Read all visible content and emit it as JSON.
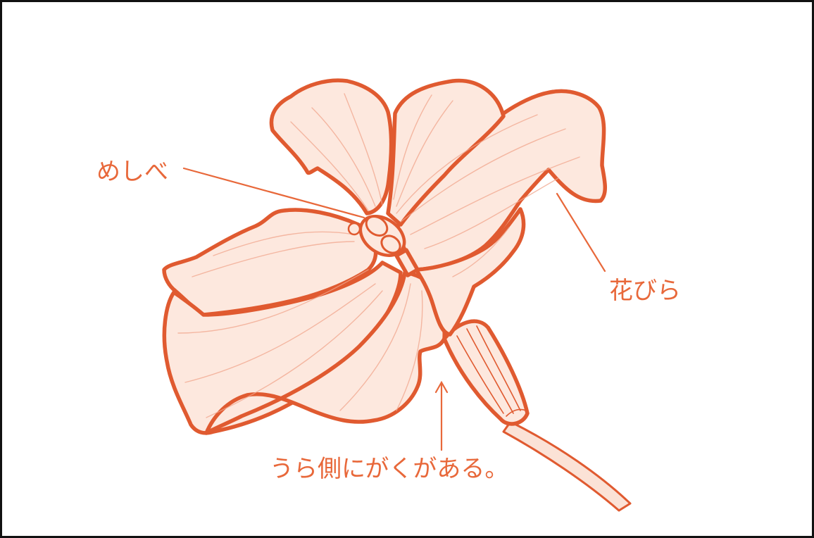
{
  "labels": {
    "pistil": "めしべ",
    "petal": "花びら",
    "sepal_note": "うら側にがくがある。"
  },
  "colors": {
    "outline": "#e05a30",
    "label": "#e8683a",
    "fill": "#fde8de",
    "frame": "#111111"
  }
}
